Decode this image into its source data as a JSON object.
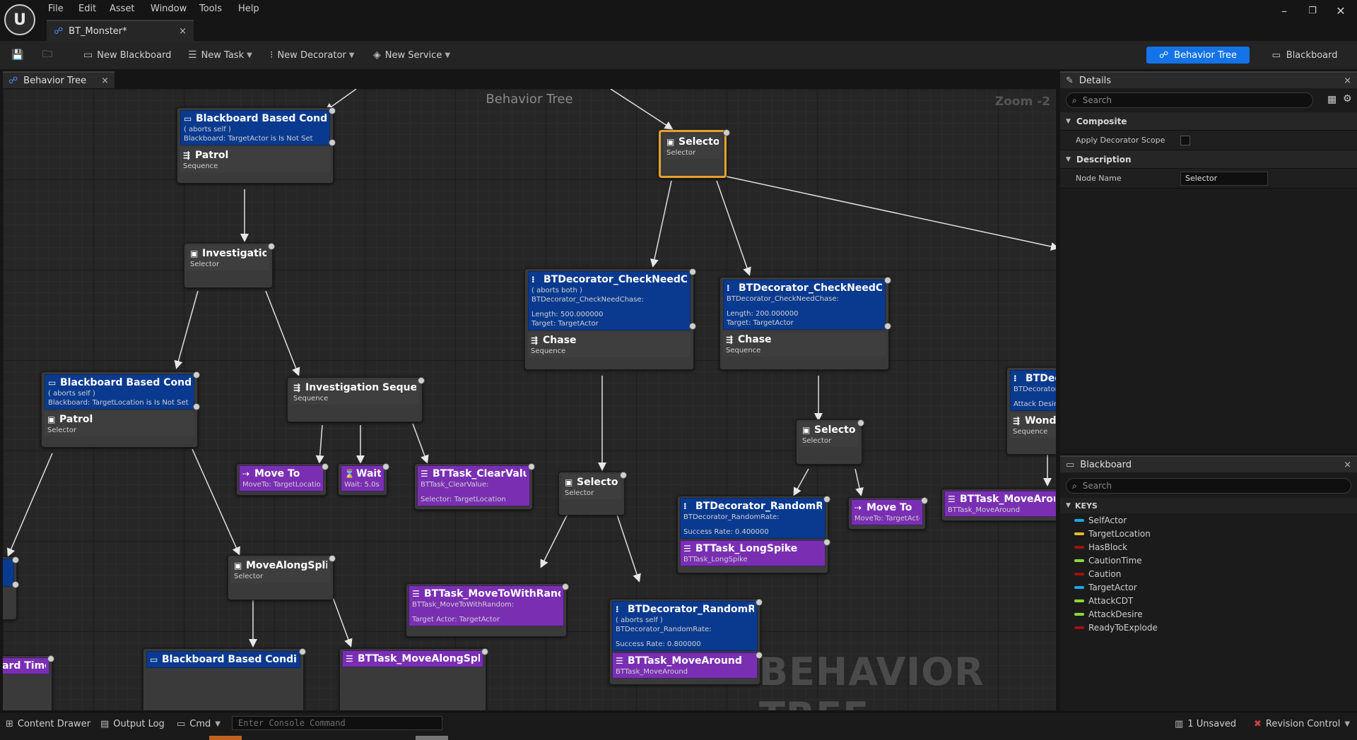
{
  "menu": [
    "File",
    "Edit",
    "Asset",
    "Window",
    "Tools",
    "Help"
  ],
  "doc_tab": "BT_Monster*",
  "toolbar": {
    "new_blackboard": "New Blackboard",
    "new_task": "New Task",
    "new_decorator": "New Decorator",
    "new_service": "New Service",
    "mode_bt": "Behavior Tree",
    "mode_bb": "Blackboard"
  },
  "graph_tab": "Behavior Tree",
  "graph": {
    "title": "Behavior Tree",
    "zoom": "Zoom -2",
    "watermark": "BEHAVIOR TREE"
  },
  "nodes": {
    "n1": {
      "d_title": "Blackboard Based Condition",
      "d_l1": "( aborts self )",
      "d_l2": "Blackboard: TargetActor is Is Not Set",
      "c_title": "Patrol",
      "c_sub": "Sequence"
    },
    "n2": {
      "c_title": "Selector",
      "c_sub": "Selector"
    },
    "n3": {
      "c_title": "Investigation",
      "c_sub": "Selector"
    },
    "n4": {
      "d_title": "BTDecorator_CheckNeedChase",
      "d_l1": "( aborts both )",
      "d_l2": "BTDecorator_CheckNeedChase:",
      "d_l3": "Length: 500.000000",
      "d_l4": "Target: TargetActor",
      "c_title": "Chase",
      "c_sub": "Sequence"
    },
    "n5": {
      "d_title": "BTDecorator_CheckNeedChase",
      "d_l2": "BTDecorator_CheckNeedChase:",
      "d_l3": "Length: 200.000000",
      "d_l4": "Target: TargetActor",
      "c_title": "Chase",
      "c_sub": "Sequence"
    },
    "n6": {
      "d_title": "Blackboard Based Condition",
      "d_l1": "( aborts self )",
      "d_l2": "Blackboard: TargetLocation is Is Not Set",
      "c_title": "Patrol",
      "c_sub": "Selector"
    },
    "n7": {
      "c_title": "Investigation Sequence",
      "c_sub": "Sequence"
    },
    "n8": {
      "c_title": "Selector",
      "c_sub": "Selector"
    },
    "n9": {
      "d_title": "BTDec",
      "d_l2": "BTDecorator_",
      "d_l3": "Attack Desire",
      "c_title": "Wonde",
      "c_sub": "Sequence"
    },
    "n10": {
      "t_title": "Move To",
      "t_sub": "MoveTo: TargetLocation"
    },
    "n11": {
      "t_title": "Wait",
      "t_sub": "Wait: 5.0s"
    },
    "n12": {
      "t_title": "BTTask_ClearValue",
      "t_l1": "BTTask_ClearValue:",
      "t_l2": "Selector: TargetLocation"
    },
    "n13": {
      "c_title": "Selector",
      "c_sub": "Selector"
    },
    "n14": {
      "d_title": "BTDecorator_RandomRate",
      "d_l2": "BTDecorator_RandomRate:",
      "d_l3": "Success Rate: 0.400000",
      "t_title": "BTTask_LongSpike",
      "t_sub": "BTTask_LongSpike"
    },
    "n15": {
      "t_title": "Move To",
      "t_sub": "MoveTo: TargetActor"
    },
    "n16": {
      "t_title": "BTTask_MoveAround",
      "t_sub": "BTTask_MoveAround"
    },
    "n17": {
      "c_title": "MoveAlongSpline",
      "c_sub": "Selector"
    },
    "n18": {
      "t_title": "BTTask_MoveToWithRandom",
      "t_l1": "BTTask_MoveToWithRandom:",
      "t_l2": "Target Actor: TargetActor"
    },
    "n19": {
      "d_title": "BTDecorator_RandomRate",
      "d_l1": "( aborts self )",
      "d_l2": "BTDecorator_RandomRate:",
      "d_l3": "Success Rate: 0.800000",
      "t_title": "BTTask_MoveAround",
      "t_sub": "BTTask_MoveAround"
    },
    "n20": {
      "d_title": "Blackboard Based Condition"
    },
    "n21": {
      "t_title": "BTTask_MoveAlongSpline"
    },
    "n22": {
      "t_title": "ard Time"
    },
    "n23": {
      "t_title": "n"
    }
  },
  "details": {
    "tab": "Details",
    "search_placeholder": "Search",
    "cat_composite": "Composite",
    "prop_apply_scope": "Apply Decorator Scope",
    "cat_description": "Description",
    "prop_node_name": "Node Name",
    "node_name_value": "Selector"
  },
  "blackboard": {
    "tab": "Blackboard",
    "search_placeholder": "Search",
    "keys_header": "KEYS",
    "keys": [
      {
        "name": "SelfActor",
        "color": "#1ea7e0"
      },
      {
        "name": "TargetLocation",
        "color": "#e8b92c"
      },
      {
        "name": "HasBlock",
        "color": "#a01010"
      },
      {
        "name": "CautionTime",
        "color": "#8ed63a"
      },
      {
        "name": "Caution",
        "color": "#a01010"
      },
      {
        "name": "TargetActor",
        "color": "#1ea7e0"
      },
      {
        "name": "AttackCDT",
        "color": "#8ed63a"
      },
      {
        "name": "AttackDesire",
        "color": "#8ed63a"
      },
      {
        "name": "ReadyToExplode",
        "color": "#a01010"
      }
    ]
  },
  "status": {
    "content_drawer": "Content Drawer",
    "output_log": "Output Log",
    "cmd": "Cmd",
    "console_placeholder": "Enter Console Command",
    "unsaved": "1 Unsaved",
    "revision_control": "Revision Control"
  }
}
